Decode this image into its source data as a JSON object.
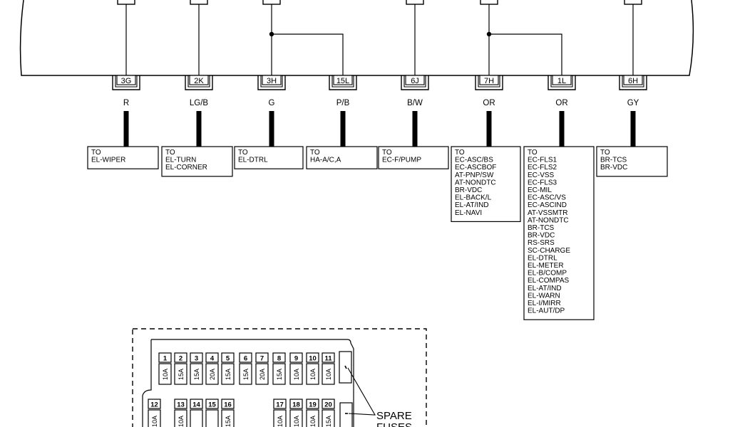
{
  "connectors": [
    {
      "code": "3G",
      "wire": "R",
      "dest": [
        "TO",
        "EL-WIPER"
      ]
    },
    {
      "code": "2K",
      "wire": "LG/B",
      "dest": [
        "TO",
        "EL-TURN",
        "EL-CORNER"
      ]
    },
    {
      "code": "3H",
      "wire": "G",
      "dest": [
        "TO",
        "EL-DTRL"
      ]
    },
    {
      "code": "15L",
      "wire": "P/B",
      "dest": [
        "TO",
        "HA-A/C,A"
      ]
    },
    {
      "code": "6J",
      "wire": "B/W",
      "dest": [
        "TO",
        "EC-F/PUMP"
      ]
    },
    {
      "code": "7H",
      "wire": "OR",
      "dest": [
        "TO",
        "EC-ASC/BS",
        "EC-ASCBOF",
        "AT-PNP/SW",
        "AT-NONDTC",
        "BR-VDC",
        "EL-BACK/L",
        "EL-AT/IND",
        "EL-NAVI"
      ]
    },
    {
      "code": "1L",
      "wire": "OR",
      "dest": [
        "TO",
        "EC-FLS1",
        "EC-FLS2",
        "EC-VSS",
        "EC-FLS3",
        "EC-MIL",
        "EC-ASC/VS",
        "EC-ASCIND",
        "AT-VSSMTR",
        "AT-NONDTC",
        "BR-TCS",
        "BR-VDC",
        "RS-SRS",
        "SC-CHARGE",
        "EL-DTRL",
        "EL-METER",
        "EL-B/COMP",
        "EL-COMPAS",
        "EL-AT/IND",
        "EL-WARN",
        "EL-I/MIRR",
        "EL-AUT/DP"
      ]
    },
    {
      "code": "6H",
      "wire": "GY",
      "dest": [
        "TO",
        "BR-TCS",
        "BR-VDC"
      ]
    }
  ],
  "fuse_block": {
    "row1": [
      {
        "num": "1",
        "amp": "10A"
      },
      {
        "num": "2",
        "amp": "15A"
      },
      {
        "num": "3",
        "amp": "15A"
      },
      {
        "num": "4",
        "amp": "20A"
      },
      {
        "num": "5",
        "amp": "15A"
      },
      {
        "num": "6",
        "amp": "15A"
      },
      {
        "num": "7",
        "amp": "20A"
      },
      {
        "num": "8",
        "amp": "15A"
      },
      {
        "num": "9",
        "amp": "10A"
      },
      {
        "num": "10",
        "amp": "10A"
      },
      {
        "num": "11",
        "amp": "10A"
      }
    ],
    "row2": [
      {
        "num": "12",
        "amp": "10A"
      },
      {
        "num": "13",
        "amp": "10A"
      },
      {
        "num": "14",
        "amp": ""
      },
      {
        "num": "15",
        "amp": ""
      },
      {
        "num": "16",
        "amp": "15A"
      },
      {
        "num": "17",
        "amp": "10A"
      },
      {
        "num": "18",
        "amp": "10A"
      },
      {
        "num": "19",
        "amp": "10A"
      },
      {
        "num": "20",
        "amp": "15A"
      }
    ],
    "spare_label": [
      "SPARE",
      "FUSES"
    ]
  }
}
